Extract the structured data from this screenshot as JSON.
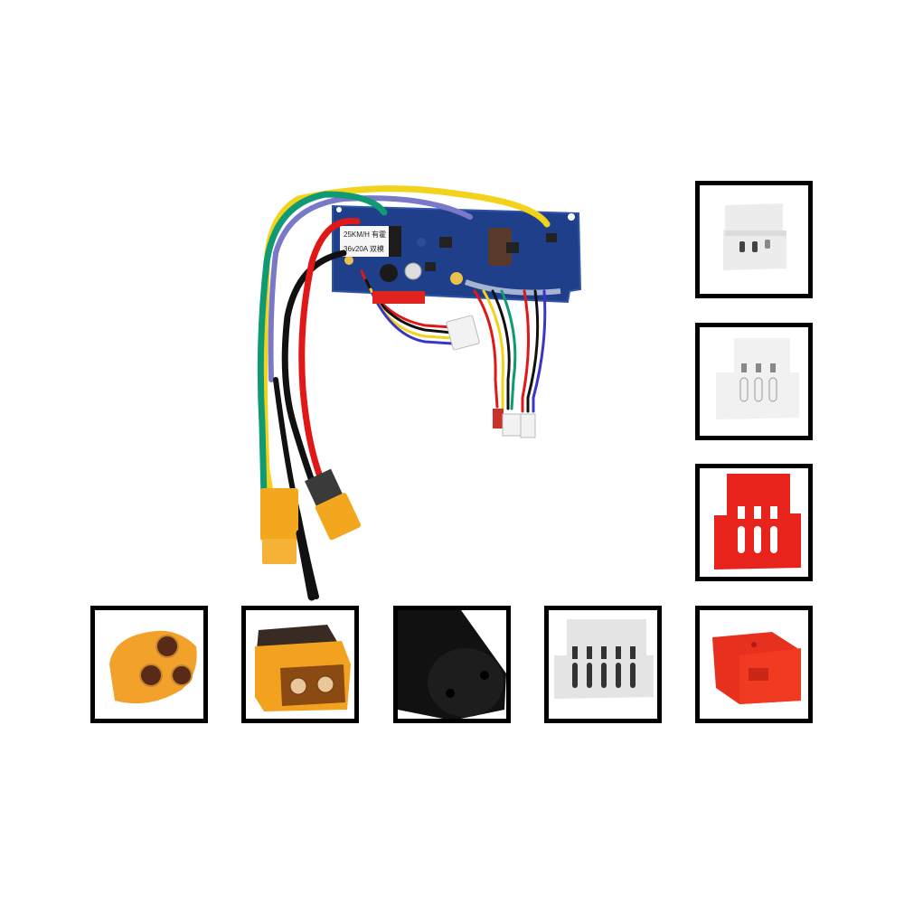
{
  "product": {
    "name": "controller-board",
    "board_label": {
      "line1": "25KM/H 有霍",
      "line2": "36v20A 双模"
    },
    "colors": {
      "pcb": "#1f3f8a",
      "wire_yellow": "#f2d21a",
      "wire_green": "#0f9a74",
      "wire_red": "#e01818",
      "wire_black": "#111111",
      "wire_purple": "#7a78c8",
      "connector_orange": "#f3a71f"
    }
  },
  "connectors": [
    {
      "id": "jst-3pin-white-a",
      "description": "3-pin white connector (front)"
    },
    {
      "id": "jst-3pin-white-b",
      "description": "3-pin white connector (housing)"
    },
    {
      "id": "jst-3pin-red",
      "description": "3-pin red connector"
    },
    {
      "id": "mt60-3pin-orange",
      "description": "3-hole orange motor connector"
    },
    {
      "id": "xt60-orange",
      "description": "2-pin orange battery connector"
    },
    {
      "id": "black-round",
      "description": "black round connector"
    },
    {
      "id": "jst-5pin-white",
      "description": "5-pin white connector"
    },
    {
      "id": "jst-2pin-red",
      "description": "2-pin red connector"
    }
  ]
}
